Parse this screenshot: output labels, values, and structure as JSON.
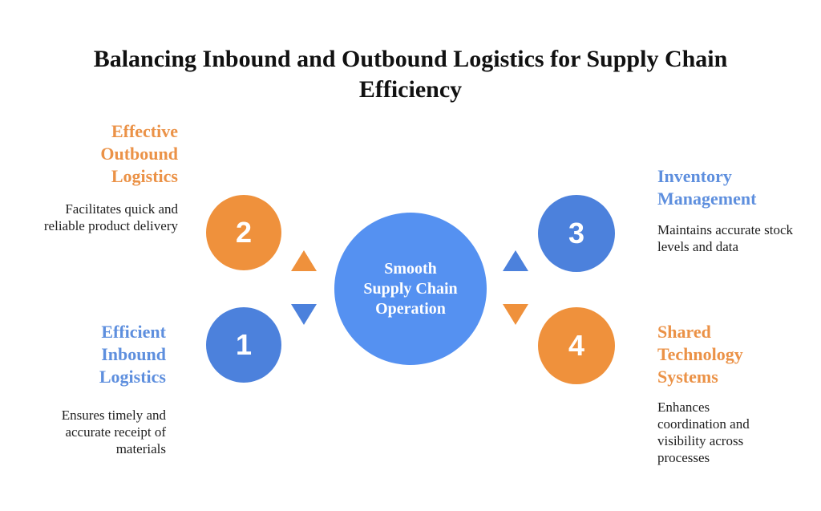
{
  "title": "Balancing Inbound and Outbound Logistics for Supply Chain Efficiency",
  "center": {
    "label": "Smooth\nSupply Chain\nOperation"
  },
  "items": [
    {
      "number": "1",
      "color": "blue",
      "title": "Efficient Inbound Logistics",
      "description": "Ensures timely and accurate receipt of materials"
    },
    {
      "number": "2",
      "color": "orange",
      "title": "Effective Outbound Logistics",
      "description": "Facilitates quick and reliable product delivery"
    },
    {
      "number": "3",
      "color": "blue",
      "title": "Inventory Management",
      "description": "Maintains accurate stock levels and data"
    },
    {
      "number": "4",
      "color": "orange",
      "title": "Shared Technology Systems",
      "description": "Enhances coordination and visibility across processes"
    }
  ],
  "arrows": [
    {
      "name": "left-up",
      "direction": "up",
      "color": "orange"
    },
    {
      "name": "left-down",
      "direction": "down",
      "color": "blue"
    },
    {
      "name": "right-up",
      "direction": "up",
      "color": "blue"
    },
    {
      "name": "right-down",
      "direction": "down",
      "color": "orange"
    }
  ],
  "colors": {
    "orange": "#EF913C",
    "blue": "#4C81DC",
    "center_blue": "#5591F1",
    "heading_orange": "#EB9247",
    "heading_blue": "#5E8FDE",
    "body_text": "#1E1E1E",
    "background": "#FFFFFF"
  }
}
